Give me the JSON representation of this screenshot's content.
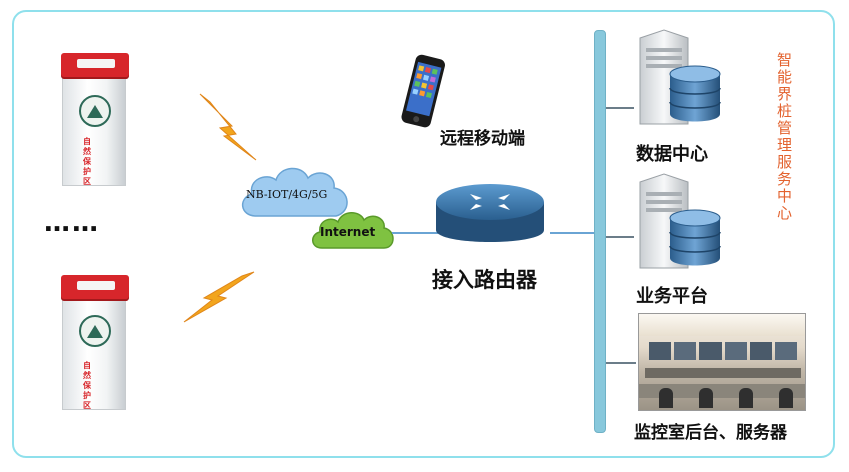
{
  "labels": {
    "network_cloud": "NB-IOT/4G/5G",
    "internet_cloud": "Internet",
    "mobile": "远程移动端",
    "router": "接入路由器",
    "data_center": "数据中心",
    "business_platform": "业务平台",
    "monitoring_room": "监控室后台、服务器",
    "service_center_vertical": "智能界桩管理服务中心",
    "ellipsis": "……"
  },
  "colors": {
    "frame_border": "#8fe0ec",
    "bus": "#88c8dc",
    "cloud_blue": "#9ecbf0",
    "cloud_green": "#7fc241",
    "router": "#3a7ab0",
    "vertical_text": "#e3622e",
    "lightning": "#f2a51d"
  },
  "icons": [
    "boundary-post-icon",
    "lightning-icon",
    "cloud-icon",
    "smartphone-icon",
    "router-icon",
    "server-database-icon",
    "control-room-image"
  ]
}
